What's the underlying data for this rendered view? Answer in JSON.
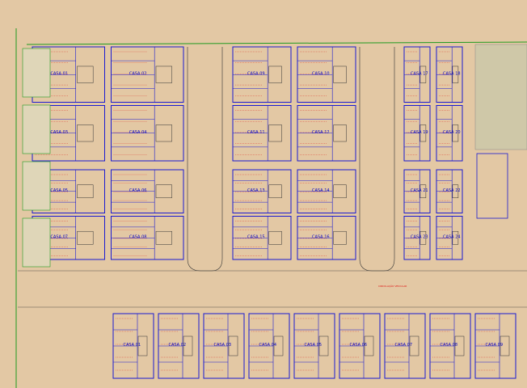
{
  "drawing": {
    "colors": {
      "background": "#e3c8a4",
      "wall": "#1a1ad2",
      "annotation": "#e01010",
      "site_boundary": "#1f9a1f",
      "landscape": "#c9c2a2"
    },
    "house_label": "CASA",
    "house_numbers": [
      "01",
      "02",
      "03",
      "04",
      "05",
      "06",
      "07",
      "08",
      "09",
      "10",
      "11",
      "12",
      "13",
      "14",
      "15",
      "16",
      "17",
      "18",
      "19",
      "20",
      "21",
      "22",
      "23",
      "24"
    ],
    "street_label": "CIRCULAÇÃO VEICULAR"
  }
}
